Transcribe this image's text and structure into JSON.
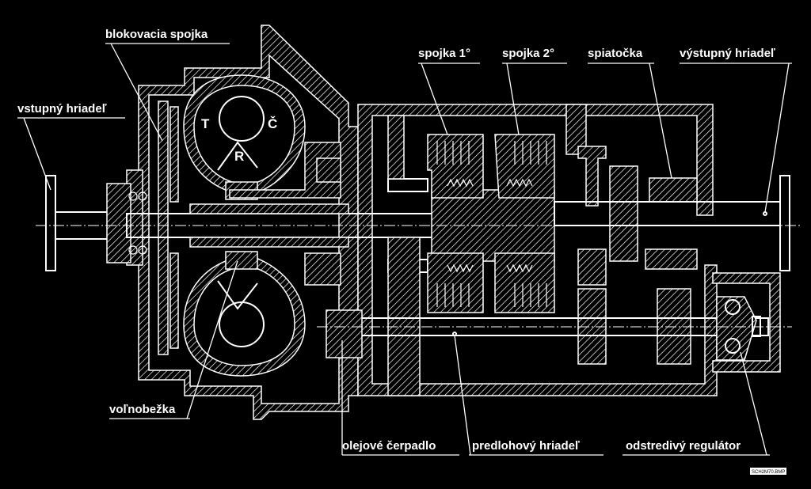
{
  "labels": {
    "blocking_clutch": "blokovacia spojka",
    "input_shaft": "vstupný hriadeľ",
    "clutch_1": "spojka 1°",
    "clutch_2": "spojka 2°",
    "reverse": "spiatočka",
    "output_shaft": "výstupný hriadeľ",
    "freewheel": "voľnobežka",
    "oil_pump": "olejové čerpadlo",
    "countershaft": "predlohový hriadeľ",
    "governor": "odstredivý regulátor"
  },
  "converter": {
    "turbine": "T",
    "stator": "Č",
    "impeller": "R"
  },
  "file_tag": "SCH2M70.BMP"
}
